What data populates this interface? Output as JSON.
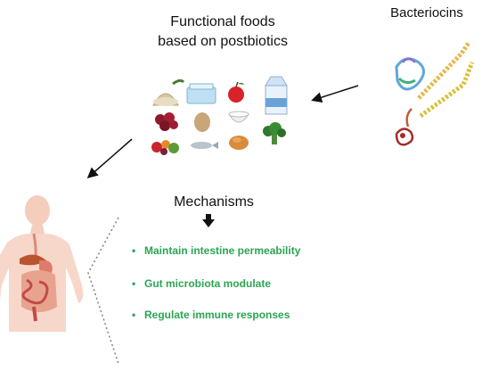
{
  "foods": {
    "title_line1": "Functional foods",
    "title_line2": "based on postbiotics",
    "items": [
      "grain-sack",
      "butter",
      "apple",
      "milk-carton",
      "berries",
      "egg",
      "sugar-bowl",
      "broccoli",
      "fruit-mix",
      "fish",
      "roast-chicken"
    ]
  },
  "bacteriocins": {
    "title": "Bacteriocins"
  },
  "mechanisms": {
    "title": "Mechanisms",
    "bullet": "•",
    "items": [
      "Maintain intestine permeability",
      "Gut microbiota modulate",
      "Regulate immune responses"
    ]
  },
  "colors": {
    "mechanism_text": "#2aa552",
    "arrow": "#111111"
  }
}
